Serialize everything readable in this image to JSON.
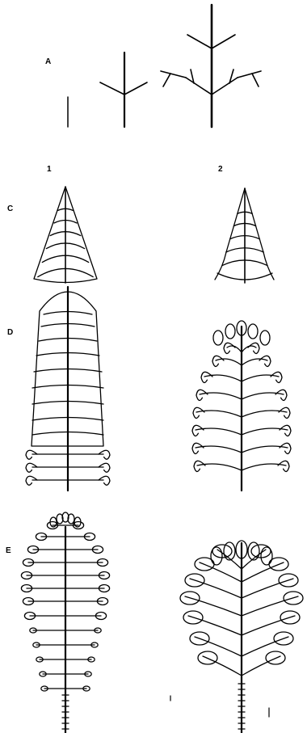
{
  "figure": {
    "row_labels": {
      "a": "A",
      "c": "C",
      "d": "D",
      "e": "E"
    },
    "column_labels": {
      "col1": "1",
      "col2": "2"
    },
    "ink_color": "#000000",
    "background_color": "#ffffff"
  }
}
